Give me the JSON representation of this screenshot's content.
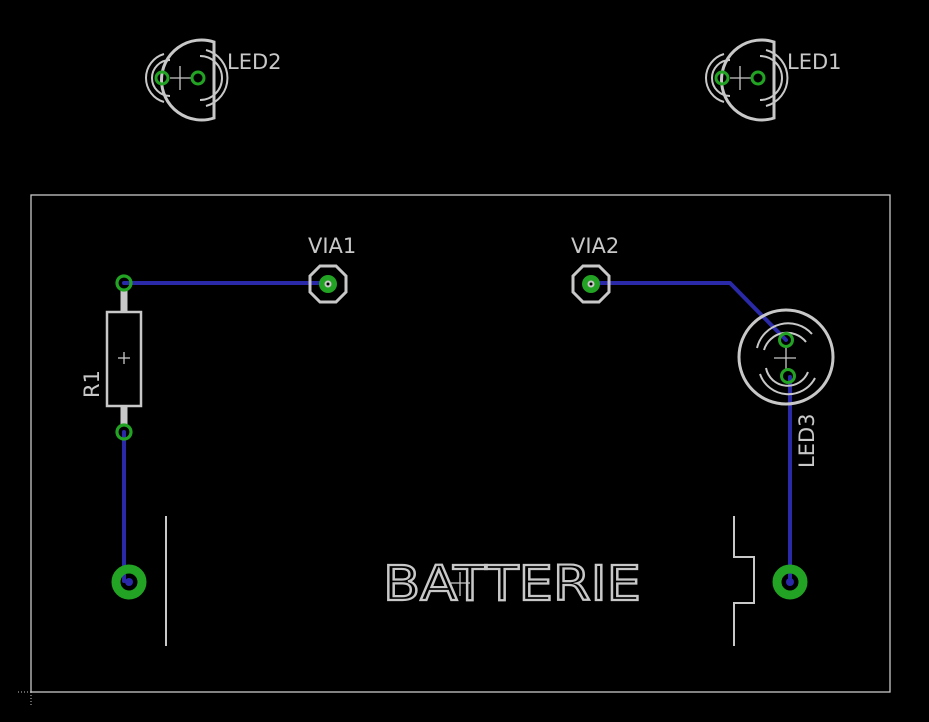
{
  "labels": {
    "led1": "LED1",
    "led2": "LED2",
    "led3": "LED3",
    "via1": "VIA1",
    "via2": "VIA2",
    "r1": "R1",
    "battery": "BATTERIE"
  },
  "colors": {
    "background": "#000000",
    "silkscreen": "#c8c8c8",
    "trace": "#2a2aa8",
    "pad": "#23a323",
    "board_outline": "#c8c8c8"
  }
}
